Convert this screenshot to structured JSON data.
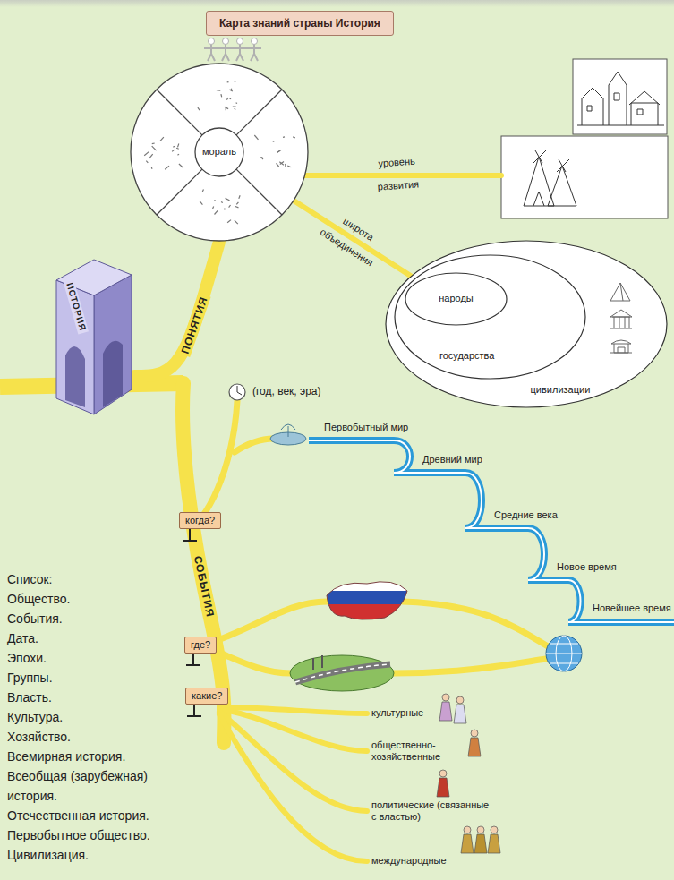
{
  "diagram": {
    "title": "Карта знаний страны История",
    "nodes": [
      {
        "text": [
          "мораль"
        ]
      },
      {
        "text": [
          "цивилизации"
        ]
      },
      {
        "text": [
          "государства"
        ],
        "in": 1
      },
      {
        "text": [
          "народы"
        ],
        "in": 2
      },
      {
        "text": [
          "ИСТОРИЯ"
        ]
      },
      {
        "text": [
          "когда?"
        ]
      },
      {
        "text": [
          "где?"
        ]
      },
      {
        "text": [
          "какие?"
        ]
      }
    ],
    "edges": [
      {
        "from": 4,
        "to": 0,
        "label": "ПОНЯТИЯ",
        "arrow": "none"
      },
      {
        "from": 0,
        "to": 1,
        "label": "широта объединения",
        "arrow": "none"
      }
    ],
    "labels": [
      "уровень развития",
      "(год, век, эра)",
      "Первобытный мир",
      "Древний мир",
      "Средние века",
      "Новое время",
      "Новейшее время",
      "СОБЫТИЯ",
      "культурные",
      "общественно-хозяйственные",
      "политические (связанные с властью)",
      "международные",
      "Список:",
      "Общество.",
      "События.",
      "Дата.",
      "Эпохи.",
      "Группы.",
      "Власть.",
      "Культура.",
      "Хозяйство.",
      "Всемирная история.",
      "Всеобщая (зарубежная) история.",
      "Отечественная история.",
      "Первобытное общество.",
      "Цивилизация."
    ]
  }
}
